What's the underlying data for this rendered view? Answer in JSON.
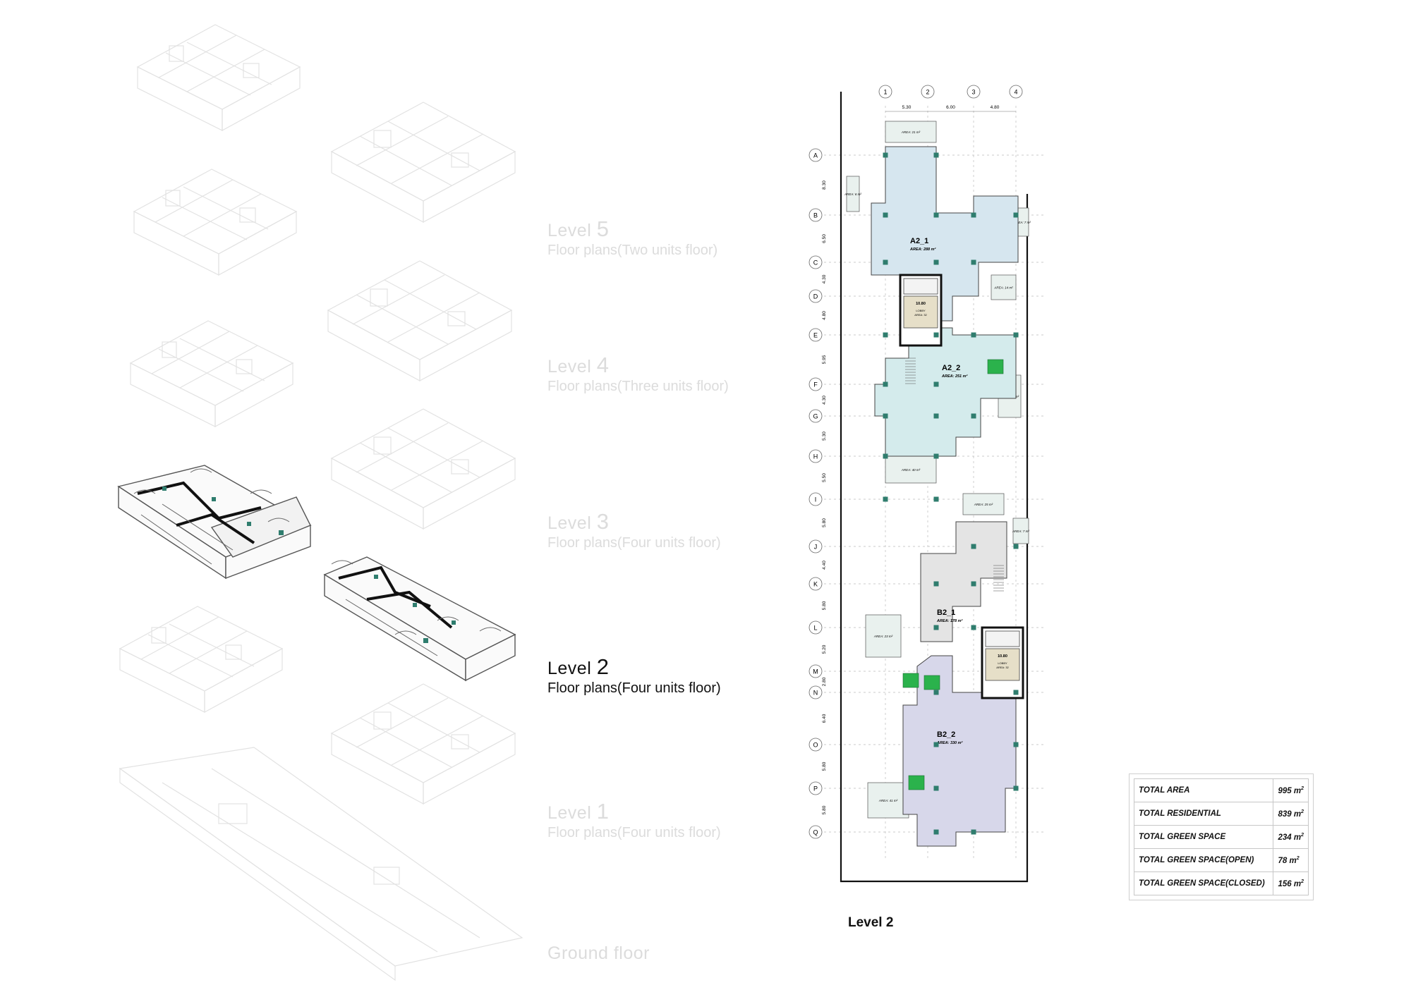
{
  "levels": [
    {
      "word": "Level",
      "number": "5",
      "subtitle": "Floor plans(Two units floor)",
      "active": false
    },
    {
      "word": "Level",
      "number": "4",
      "subtitle": "Floor plans(Three units floor)",
      "active": false
    },
    {
      "word": "Level",
      "number": "3",
      "subtitle": "Floor plans(Four units floor)",
      "active": false
    },
    {
      "word": "Level",
      "number": "2",
      "subtitle": "Floor plans(Four units floor)",
      "active": true
    },
    {
      "word": "Level",
      "number": "1",
      "subtitle": "Floor plans(Four units floor)",
      "active": false
    },
    {
      "word": "Ground floor",
      "number": "",
      "subtitle": "",
      "active": false
    }
  ],
  "plan": {
    "caption": "Level 2",
    "grid_columns": [
      "1",
      "2",
      "3",
      "4"
    ],
    "column_spacings": [
      "5.30",
      "6.00",
      "4.80"
    ],
    "grid_rows": [
      "A",
      "B",
      "C",
      "D",
      "E",
      "F",
      "G",
      "H",
      "I",
      "J",
      "K",
      "L",
      "M",
      "N",
      "O",
      "P",
      "Q"
    ],
    "row_spacings": [
      "8.30",
      "6.50",
      "4.30",
      "4.80",
      "5.95",
      "4.30",
      "5.30",
      "5.50",
      "5.80",
      "4.40",
      "5.80",
      "5.20",
      "2.80",
      "6.40",
      "5.80",
      "5.80"
    ],
    "units": [
      {
        "name": "A2_1",
        "area": "AREA: 288 m²",
        "color": "#d6e6ef"
      },
      {
        "name": "A2_2",
        "area": "AREA: 251 m²",
        "color": "#d4ebec"
      },
      {
        "name": "B2_1",
        "area": "AREA: 178 m²",
        "color": "#e4e4e4"
      },
      {
        "name": "B2_2",
        "area": "AREA: 330 m²",
        "color": "#d7d7ea"
      }
    ],
    "small_areas": [
      "AREA: 21 m²",
      "AREA: 6 m²",
      "AREA: 7 m²",
      "AREA: 14 m²",
      "AREA: 21 m²",
      "AREA: 40 m²",
      "AREA: 25 m²",
      "AREA: 7 m²",
      "AREA: 23 m²",
      "AREA: 41 m²"
    ],
    "cores": [
      {
        "dim": "10.80",
        "label1": "LOBBY",
        "label2": "AREA: 32"
      },
      {
        "dim": "10.80",
        "label1": "LOBBY",
        "label2": "AREA: 32"
      }
    ],
    "colors": {
      "column": "#2f7d6e",
      "green": "#2bb24c",
      "lobby": "#e6dfc8",
      "wall": "#111111"
    }
  },
  "summary": [
    {
      "label": "TOTAL AREA",
      "value": "995 m",
      "unit": "2"
    },
    {
      "label": "TOTAL RESIDENTIAL",
      "value": "839 m",
      "unit": "2"
    },
    {
      "label": "TOTAL GREEN SPACE",
      "value": "234 m",
      "unit": "2"
    },
    {
      "label": "TOTAL GREEN SPACE(OPEN)",
      "value": "78 m",
      "unit": "2"
    },
    {
      "label": "TOTAL GREEN SPACE(CLOSED)",
      "value": "156 m",
      "unit": "2"
    }
  ]
}
